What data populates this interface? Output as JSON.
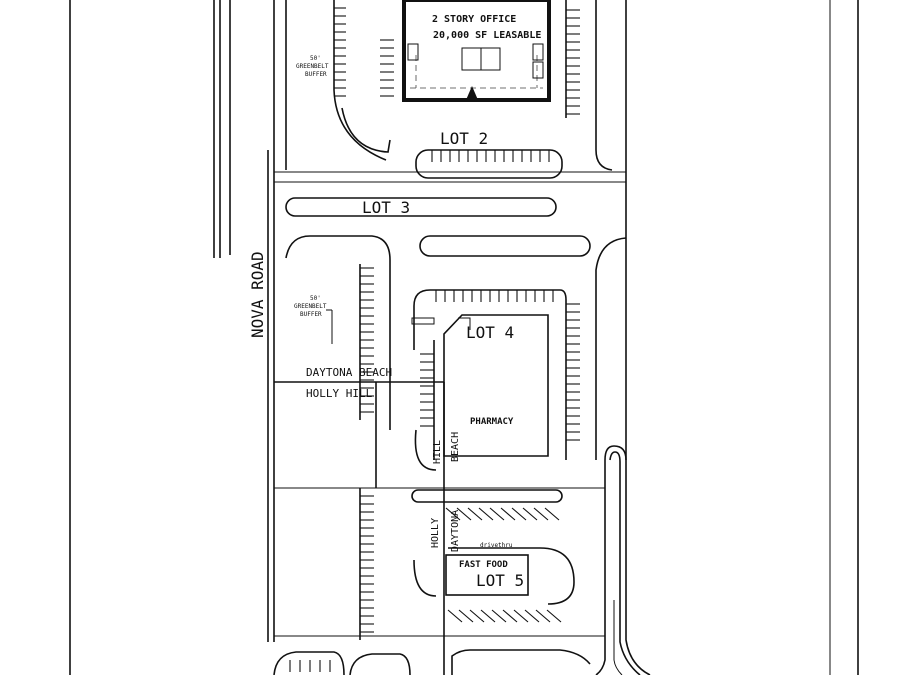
{
  "roads": {
    "main_road": "NOVA ROAD"
  },
  "buffers": {
    "top": {
      "line1": "50'",
      "line2": "GREENBELT",
      "line3": "BUFFER"
    },
    "middle": {
      "line1": "50'",
      "line2": "GREENBELT",
      "line3": "BUFFER"
    }
  },
  "lots": {
    "lot2": {
      "label": "LOT 2",
      "building_line1": "2 STORY OFFICE",
      "building_line2": "20,000 SF LEASABLE"
    },
    "lot3": {
      "label": "LOT 3"
    },
    "lot4": {
      "label": "LOT 4",
      "building": "PHARMACY"
    },
    "lot5": {
      "label": "LOT 5",
      "building": "FAST FOOD",
      "lane": "drivethru"
    }
  },
  "boundaries": {
    "north_city": "DAYTONA BEACH",
    "south_city": "HOLLY HILL",
    "vertical_left_1": "HILL",
    "vertical_right_1": "BEACH",
    "vertical_left_2": "HOLLY",
    "vertical_right_2": "DAYTONA"
  }
}
